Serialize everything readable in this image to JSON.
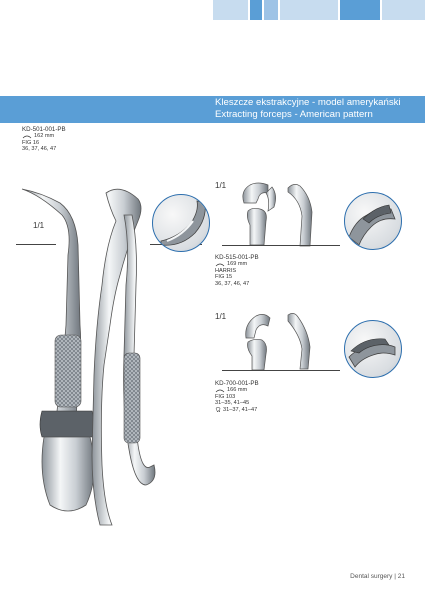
{
  "colors": {
    "accent": "#5a9ed6",
    "accent_dark": "#2d6fae",
    "accent_light": "#c7dcef",
    "steel": "#c8cdd2"
  },
  "header": {
    "title_pl": "Kleszcze ekstrakcyjne - model amerykański",
    "title_en": "Extracting forceps - American pattern"
  },
  "products": [
    {
      "code": "KD-501-001-PB",
      "length": "162 mm",
      "lines": [
        "FIG 16",
        "36, 37, 46, 47"
      ],
      "scale": "1/1"
    },
    {
      "code": "KD-515-001-PB",
      "length": "169 mm",
      "lines": [
        "HARRIS",
        "FIG 15",
        "36, 37, 46, 47"
      ],
      "scale": "1/1"
    },
    {
      "code": "KD-700-001-PB",
      "length": "166 mm",
      "lines": [
        "FIG 103",
        "31–35, 41–45",
        "31–37, 41–47"
      ],
      "scale": "1/1"
    }
  ],
  "footer": {
    "section": "Dental surgery",
    "separator": "|",
    "page": "21"
  }
}
